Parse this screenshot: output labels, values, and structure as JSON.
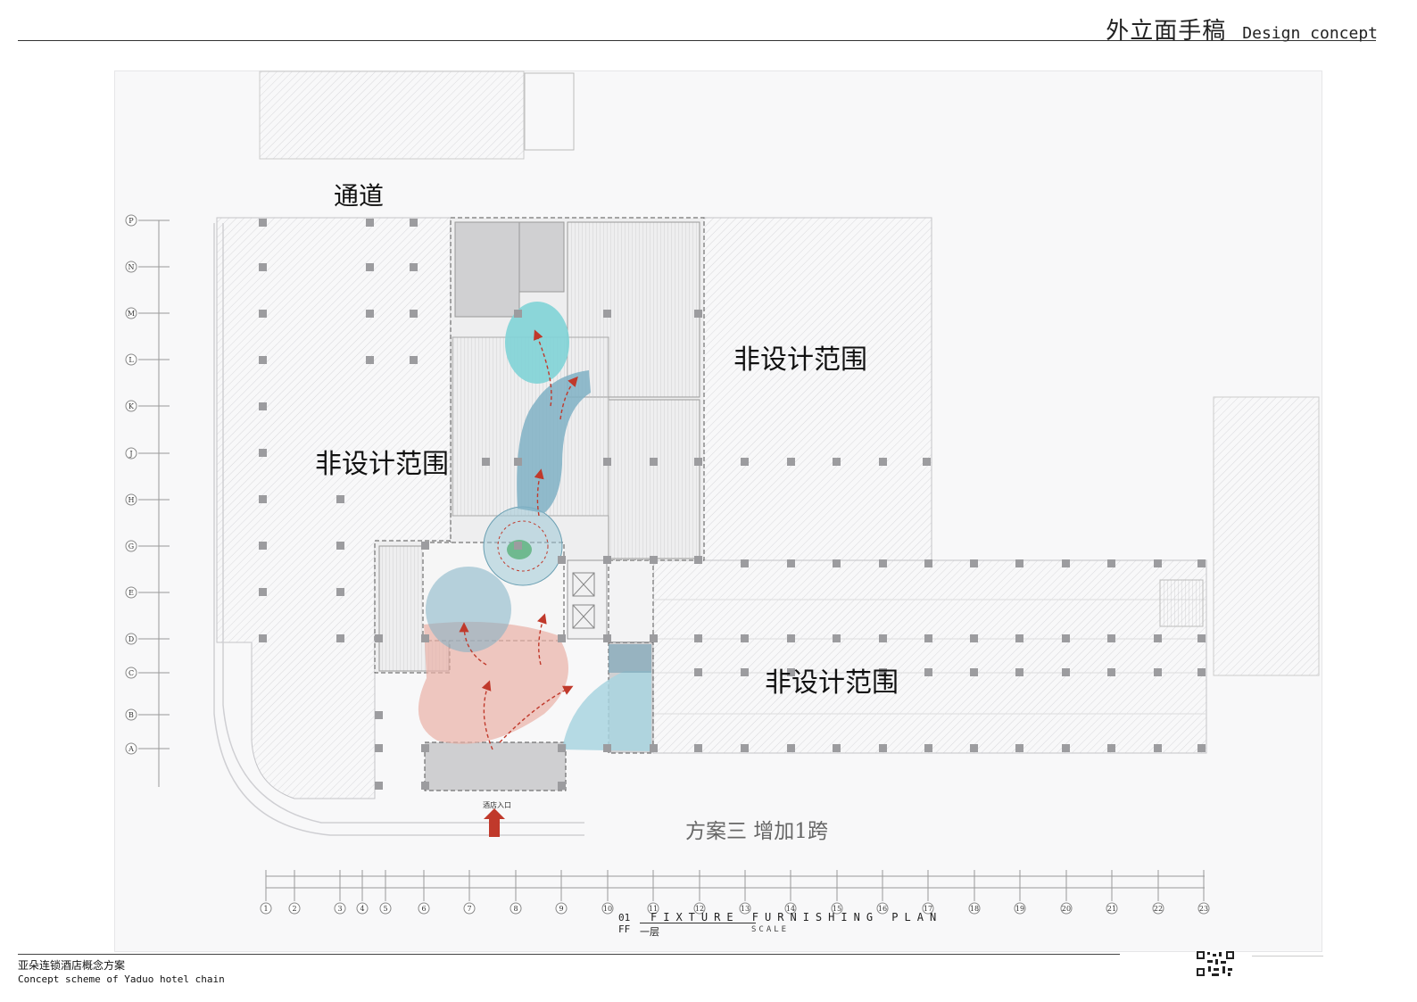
{
  "header": {
    "title_cn": "外立面手稿",
    "title_en": "Design concept"
  },
  "plan": {
    "corridor_label": "通道",
    "non_design_label": "非设计范围",
    "scheme_label": "方案三  增加1跨",
    "entrance_label": "酒店入口",
    "row_axes": [
      "P",
      "N",
      "M",
      "L",
      "K",
      "J",
      "H",
      "G",
      "E",
      "D",
      "C",
      "B",
      "A"
    ],
    "col_axes": [
      "1",
      "2",
      "3",
      "4",
      "5",
      "6",
      "7",
      "8",
      "9",
      "10",
      "11",
      "12",
      "13",
      "14",
      "15",
      "16",
      "17",
      "18",
      "19",
      "20",
      "21",
      "22",
      "23"
    ],
    "zone_colors": {
      "cyan": "#7fd3d6",
      "blue": "#7fb0c4",
      "green": "#6fb98f",
      "pink": "#e9b1a6",
      "arrow": "#c0392b"
    }
  },
  "title_block": {
    "number": "01",
    "ff": "FF",
    "plan_name": "FIXTURE FURNISHING PLAN",
    "floor": "一层",
    "scale": "SCALE"
  },
  "footer": {
    "project_cn": "亚朵连锁酒店概念方案",
    "project_en": "Concept scheme of Yaduo hotel chain"
  }
}
